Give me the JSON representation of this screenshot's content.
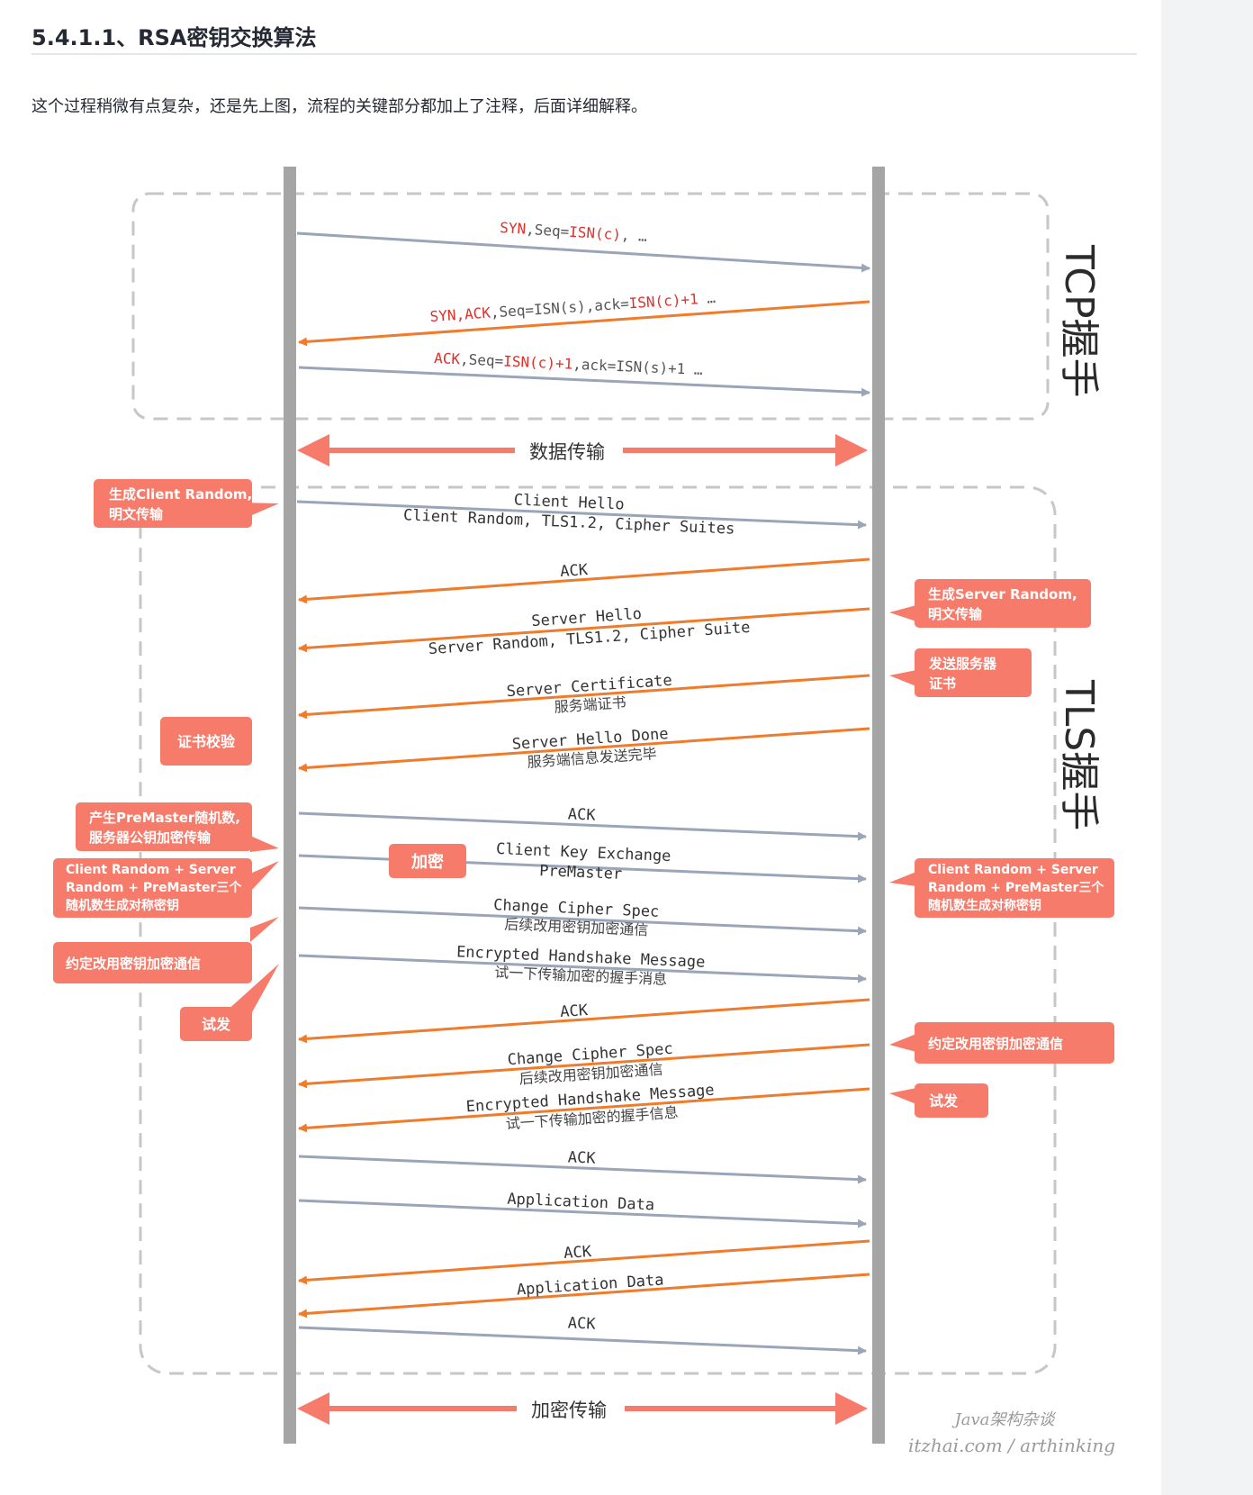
{
  "heading": "5.4.1.1、RSA密钥交换算法",
  "intro": "这个过程稍微有点复杂，还是先上图，流程的关键部分都加上了注释，后面详细解释。",
  "colors": {
    "client_arrow": "#9aa5b8",
    "server_arrow": "#ee7c2c",
    "callout": "#f77b6b",
    "lifeline": "#a5a5a5",
    "accent_text": "#e0302a"
  },
  "tcp_section": {
    "title": "TCP握手",
    "m1": {
      "a": "SYN",
      "b": ",Seq=",
      "c": "ISN(c)",
      "d": ", …"
    },
    "m2": {
      "a": "SYN,ACK",
      "b": ",Seq=ISN(s),ack=",
      "c": "ISN(c)+1",
      "d": " …"
    },
    "m3": {
      "a": "ACK",
      "b": ",Seq=",
      "c": "ISN(c)+1",
      "d": ",ack=ISN(s)+1 …"
    }
  },
  "data_transfer": "数据传输",
  "tls_section": {
    "title": "TLS握手",
    "msgs": [
      {
        "l1": "Client Hello",
        "l2": "Client Random, TLS1.2, Cipher Suites"
      },
      {
        "l1": "ACK"
      },
      {
        "l1": "Server Hello",
        "l2": "Server Random, TLS1.2, Cipher Suite"
      },
      {
        "l1": "Server Certificate",
        "l2": "服务端证书"
      },
      {
        "l1": "Server Hello Done",
        "l2": "服务端信息发送完毕"
      },
      {
        "l1": "ACK"
      },
      {
        "l1": "Client Key Exchange",
        "l2": "PreMaster"
      },
      {
        "l1": "Change Cipher Spec",
        "l2": "后续改用密钥加密通信"
      },
      {
        "l1": "Encrypted Handshake Message",
        "l2": "试一下传输加密的握手消息"
      },
      {
        "l1": "ACK"
      },
      {
        "l1": "Change Cipher Spec",
        "l2": "后续改用密钥加密通信"
      },
      {
        "l1": "Encrypted Handshake Message",
        "l2": "试一下传输加密的握手信息"
      },
      {
        "l1": "ACK"
      },
      {
        "l1": "Application Data"
      },
      {
        "l1": "ACK"
      },
      {
        "l1": "Application Data"
      },
      {
        "l1": "ACK"
      }
    ]
  },
  "callouts": {
    "client_random": [
      "生成Client Random,",
      "明文传输"
    ],
    "server_random": [
      "生成Server Random,",
      "明文传输"
    ],
    "send_cert": [
      "发送服务器",
      "证书"
    ],
    "cert_verify": [
      "证书校验"
    ],
    "premaster": [
      "产生PreMaster随机数,",
      "服务器公钥加密传输"
    ],
    "client_keygen": [
      "Client Random + Server",
      "Random + PreMaster三个",
      "随机数生成对称密钥"
    ],
    "server_keygen": [
      "Client Random + Server",
      "Random + PreMaster三个",
      "随机数生成对称密钥"
    ],
    "client_agree": [
      "约定改用密钥加密通信"
    ],
    "client_try": [
      "试发"
    ],
    "server_agree": [
      "约定改用密钥加密通信"
    ],
    "server_try": [
      "试发"
    ],
    "encrypt": [
      "加密"
    ]
  },
  "encrypted_transfer": "加密传输",
  "watermark": {
    "line1": "Java架构杂谈",
    "line2": "itzhai.com / arthinking"
  }
}
